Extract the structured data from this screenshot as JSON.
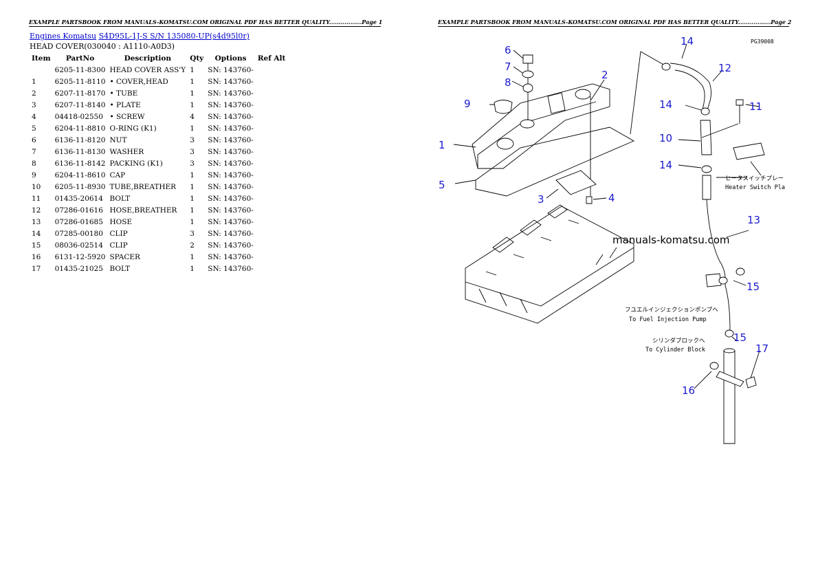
{
  "header": {
    "left": "EXAMPLE PARTSBOOK FROM MANUALS-KOMATSU.COM ORIGINAL PDF HAS BETTER QUALITY.................Page 1",
    "right": "EXAMPLE PARTSBOOK FROM MANUALS-KOMATSU.COM ORIGINAL PDF HAS BETTER QUALITY.................Page 2"
  },
  "breadcrumb": {
    "link1": "Engines Komatsu",
    "link2": "S4D95L-1J-S S/N 135080-UP(s4d95l0r)"
  },
  "subtitle": "HEAD COVER(030040 : A1110-A0D3)",
  "table": {
    "headers": [
      "Item",
      "PartNo",
      "Description",
      "Qty",
      "Options",
      "Ref Alt"
    ],
    "rows": [
      [
        "",
        "6205-11-8300",
        "HEAD COVER ASS'Y",
        "1",
        "SN: 143760-",
        ""
      ],
      [
        "1",
        "6205-11-8110",
        "• COVER,HEAD",
        "1",
        "SN: 143760-",
        ""
      ],
      [
        "2",
        "6207-11-8170",
        "• TUBE",
        "1",
        "SN: 143760-",
        ""
      ],
      [
        "3",
        "6207-11-8140",
        "• PLATE",
        "1",
        "SN: 143760-",
        ""
      ],
      [
        "4",
        "04418-02550",
        "• SCREW",
        "4",
        "SN: 143760-",
        ""
      ],
      [
        "5",
        "6204-11-8810",
        "O-RING (K1)",
        "1",
        "SN: 143760-",
        ""
      ],
      [
        "6",
        "6136-11-8120",
        "NUT",
        "3",
        "SN: 143760-",
        ""
      ],
      [
        "7",
        "6136-11-8130",
        "WASHER",
        "3",
        "SN: 143760-",
        ""
      ],
      [
        "8",
        "6136-11-8142",
        "PACKING (K1)",
        "3",
        "SN: 143760-",
        ""
      ],
      [
        "9",
        "6204-11-8610",
        "CAP",
        "1",
        "SN: 143760-",
        ""
      ],
      [
        "10",
        "6205-11-8930",
        "TUBE,BREATHER",
        "1",
        "SN: 143760-",
        ""
      ],
      [
        "11",
        "01435-20614",
        "BOLT",
        "1",
        "SN: 143760-",
        ""
      ],
      [
        "12",
        "07286-01616",
        "HOSE,BREATHER",
        "1",
        "SN: 143760-",
        ""
      ],
      [
        "13",
        "07286-01685",
        "HOSE",
        "1",
        "SN: 143760-",
        ""
      ],
      [
        "14",
        "07285-00180",
        "CLIP",
        "3",
        "SN: 143760-",
        ""
      ],
      [
        "15",
        "08036-02514",
        "CLIP",
        "2",
        "SN: 143760-",
        ""
      ],
      [
        "16",
        "6131-12-5920",
        "SPACER",
        "1",
        "SN: 143760-",
        ""
      ],
      [
        "17",
        "01435-21025",
        "BOLT",
        "1",
        "SN: 143760-",
        ""
      ]
    ]
  },
  "diagram": {
    "code": "PG39008",
    "watermark": "manuals-komatsu.com",
    "callouts": [
      "6",
      "7",
      "8",
      "9",
      "1",
      "5",
      "3",
      "4",
      "2",
      "14",
      "12",
      "14",
      "11",
      "10",
      "14",
      "13",
      "15",
      "15",
      "17",
      "16"
    ],
    "notes": {
      "heater_jp": "ヒータスイッチプレー",
      "heater_en": "Heater Switch Pla",
      "fuel_jp": "フユエルインジェクションポンプへ",
      "fuel_en": "To Fuel Injection Pump",
      "cyl_jp": "シリンダブロックへ",
      "cyl_en": "To Cylinder Block"
    }
  }
}
